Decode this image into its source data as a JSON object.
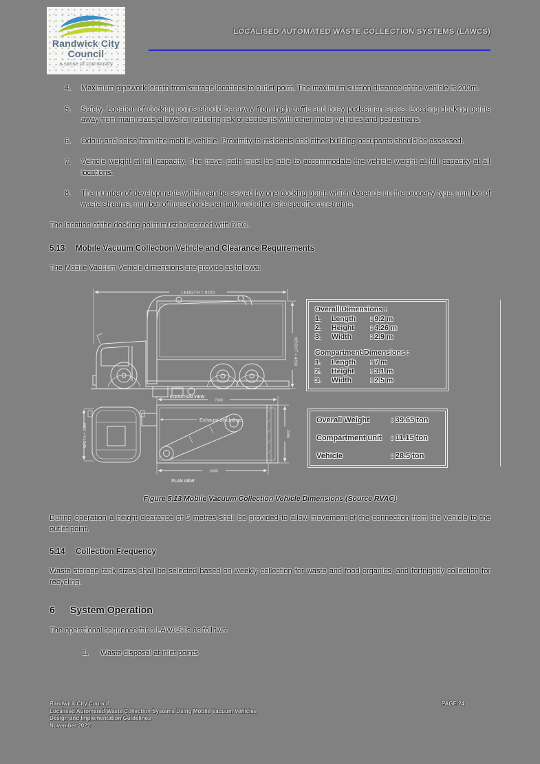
{
  "header": {
    "title": "LOCALISED AUTOMATED WASTE COLLECTION SYSTEMS (LAWCS)",
    "logo": {
      "name_line1": "Randwick City",
      "name_line2": "Council",
      "tagline": "a sense of community"
    }
  },
  "colors": {
    "header_rule": "#2e2ed8",
    "logo_blue": "#3b8ec8",
    "logo_green": "#9bbf2e",
    "page_bg": "#818181"
  },
  "requirements": [
    {
      "num": "4.",
      "text": "Maximum pipework length from storage locations to outlet point. The maximum suction distance of the vehicle is 200m."
    },
    {
      "num": "5.",
      "text": "Safety. Location of docking points should be away from high traffic and busy pedestrian areas. Locating docking points away from main roads allows for reducing risk of accidents with other motor vehicles and pedestrians."
    },
    {
      "num": "6.",
      "text": "Odour and noise from the mobile vehicle. Proximity to residents and other building occupants should be assessed."
    },
    {
      "num": "7.",
      "text": "Vehicle weight at full capacity. The travel path must be able to accommodate the vehicle weight at full capacity at all locations."
    },
    {
      "num": "8.",
      "text": "The number of developments which can be served by one docking point, which depends on the property type, number of waste streams, number of households per tank and other site specific constraints."
    }
  ],
  "paragraphs": {
    "docking": "The location of the docking point must be agreed with RCC.",
    "dimensions_intro": "The Mobile Vacuum Vehicle dimensions are provide as follows:",
    "clearance": "During operation a height clearance of 5 metres shall be provided to allow movement of the connection from the vehicle to the outlet point.",
    "frequency": "Waste storage tank sizes shall be selected based on weekly collection for waste and food organics, and fortnightly collection for recycling.",
    "sequence_intro": "The operational sequence for a LAWCS is as follows:"
  },
  "headings": {
    "s513_num": "5.13",
    "s513_title": "Mobile Vacuum Collection Vehicle and Clearance Requirements",
    "s514_num": "5.14",
    "s514_title": "Collection Frequency",
    "s6_num": "6",
    "s6_title": "System Operation"
  },
  "figure": {
    "caption": "Figure 5.13 Mobile Vacuum Collection Vehicle Dimensions (Source RVAC)",
    "labels": {
      "length": "LENGTH = 9200",
      "height": "HEIGHT = 4260",
      "elevation_view": "ELEVATION VIEW",
      "width": "WIDTH = 2900",
      "plan_top": "7000",
      "plan_right": "2490",
      "plan_bottom": "6300",
      "plan_view": "PLAN VIEW",
      "exhaust": "Exhaust discharge"
    },
    "dim_box": {
      "overall_title": "Overall Dimensions :",
      "overall_rows": [
        {
          "num": "1.",
          "label": "Length",
          "value": ": 9.2 m"
        },
        {
          "num": "2.",
          "label": "Height",
          "value": ": 4.26 m"
        },
        {
          "num": "3.",
          "label": "Width",
          "value": ": 2.9 m"
        }
      ],
      "compartment_title": "Compartment Dimensions :",
      "compartment_rows": [
        {
          "num": "1.",
          "label": "Length",
          "value": ": 7 m"
        },
        {
          "num": "2.",
          "label": "Height",
          "value": ": 3.1 m"
        },
        {
          "num": "3.",
          "label": "Width",
          "value": ": 2.5 m"
        }
      ]
    },
    "weight_box": {
      "rows": [
        {
          "label": "Overall Weight",
          "value": ": 39.65 ton"
        },
        {
          "label": "Compartment unit",
          "value": ": 11.15 ton"
        },
        {
          "label": "Vehicle",
          "value": ": 28.5 ton"
        }
      ]
    }
  },
  "sequence": [
    {
      "num": "1.",
      "text": "Waste disposal at inlet points"
    }
  ],
  "footer": {
    "lines": [
      "Randwick City Council",
      "Localised Automated Waste Collection Systems Using Mobile Vacuum Vehicles",
      "Design and Implementation Guidelines",
      "November 2022"
    ],
    "page": "PAGE 24"
  }
}
